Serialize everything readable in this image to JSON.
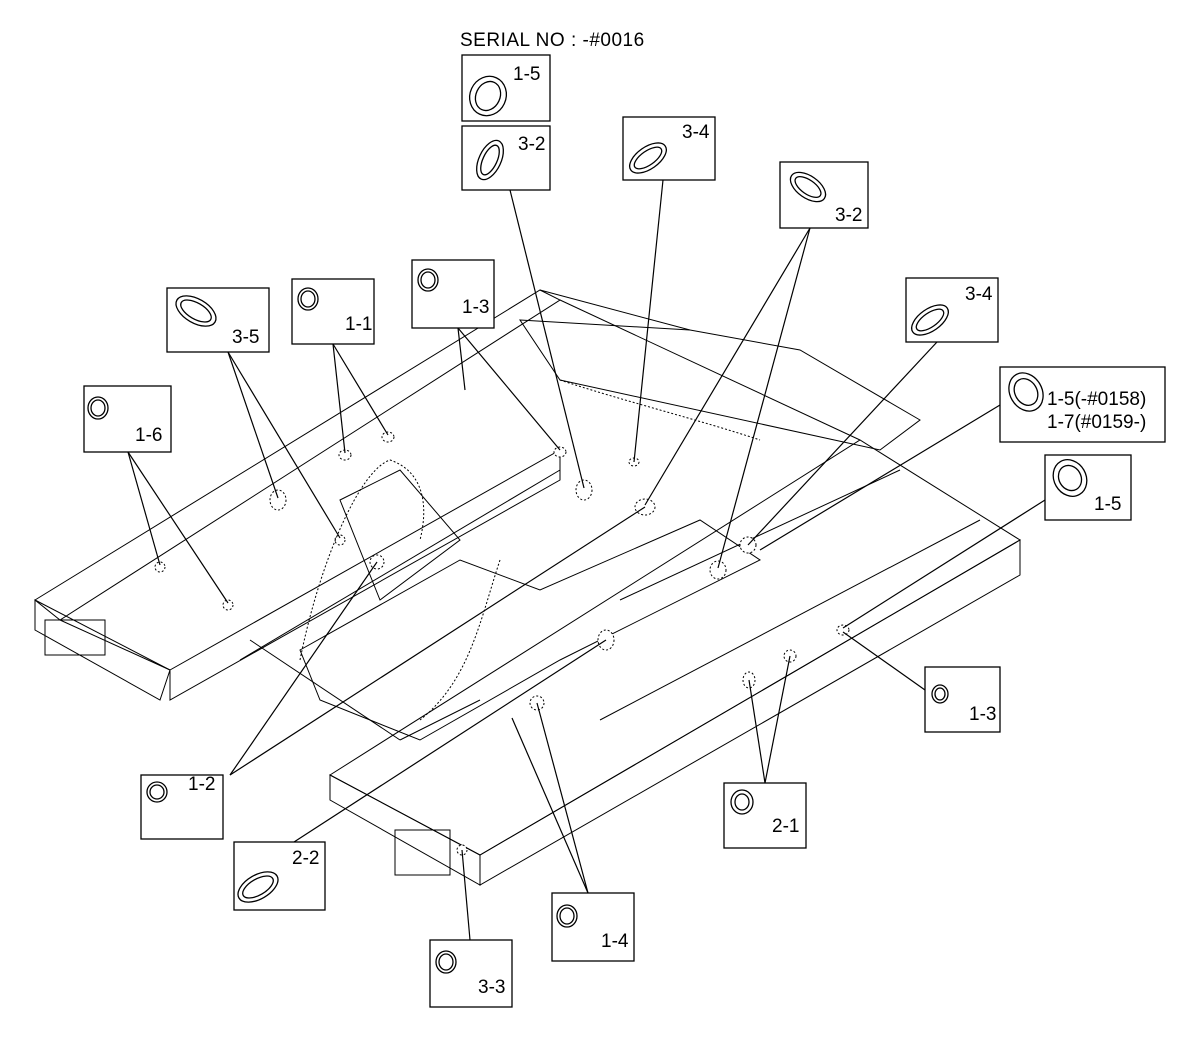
{
  "serial_no": "SERIAL NO : -#0016",
  "callouts": [
    {
      "id": "c1",
      "label": "1-5",
      "ring": "round-large"
    },
    {
      "id": "c2",
      "label": "3-2",
      "ring": "oval"
    },
    {
      "id": "c3",
      "label": "3-4",
      "ring": "oval"
    },
    {
      "id": "c4",
      "label": "3-2",
      "ring": "oval"
    },
    {
      "id": "c5",
      "label": "3-5",
      "ring": "oval"
    },
    {
      "id": "c6",
      "label": "1-1",
      "ring": "round-small"
    },
    {
      "id": "c7",
      "label": "1-3",
      "ring": "round-small"
    },
    {
      "id": "c8",
      "label": "3-4",
      "ring": "oval"
    },
    {
      "id": "c9",
      "label": "1-6",
      "ring": "round-small"
    },
    {
      "id": "c10",
      "label": "1-5(-#0158)",
      "label2": "1-7(#0159-)",
      "ring": "round-large"
    },
    {
      "id": "c11",
      "label": "1-5",
      "ring": "round-large"
    },
    {
      "id": "c12",
      "label": "1-3",
      "ring": "round-small"
    },
    {
      "id": "c13",
      "label": "1-2",
      "ring": "round-small"
    },
    {
      "id": "c14",
      "label": "2-1",
      "ring": "round-small"
    },
    {
      "id": "c15",
      "label": "2-2",
      "ring": "oval"
    },
    {
      "id": "c16",
      "label": "1-4",
      "ring": "round-small"
    },
    {
      "id": "c17",
      "label": "3-3",
      "ring": "round-small"
    }
  ]
}
